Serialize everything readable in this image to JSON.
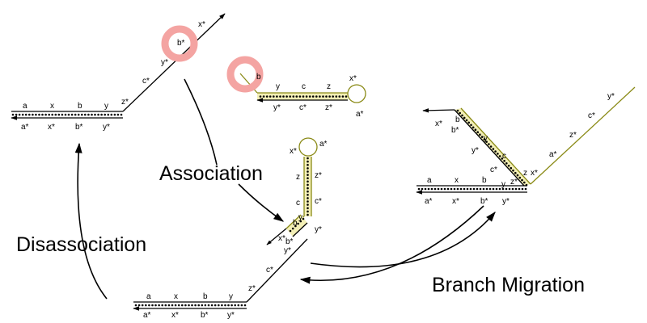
{
  "labels": {
    "association": "Association",
    "disassociation": "Disassociation",
    "branch_migration": "Branch Migration"
  },
  "colors": {
    "highlight": "#f4a4a2",
    "invader_strand": "#8a8a16",
    "duplex_fill": "#f3efb6",
    "strand": "#000000"
  },
  "complex_left": {
    "top": [
      "a",
      "x",
      "b",
      "y"
    ],
    "bottom": [
      "a*",
      "x*",
      "b*",
      "y*"
    ],
    "tail": [
      "z*",
      "c*",
      "y*",
      "b*",
      "x*"
    ]
  },
  "invader": {
    "toehold": "b",
    "top": [
      "y",
      "c",
      "z",
      "x*"
    ],
    "bottom": [
      "y*",
      "c*",
      "z*"
    ],
    "loop": "a*"
  },
  "complex_middle": {
    "hairpin_left": [
      "x*",
      "z",
      "c",
      "y",
      "b"
    ],
    "hairpin_right": [
      "a*",
      "z*",
      "c*",
      "y*"
    ],
    "branch": [
      "x*",
      "b*",
      "y*"
    ],
    "top": [
      "a",
      "x",
      "b",
      "y"
    ],
    "bottom": [
      "a*",
      "x*",
      "b*",
      "y*"
    ],
    "tail": [
      "z*",
      "c*"
    ]
  },
  "complex_right": {
    "arm": [
      "x*",
      "b",
      "b*",
      "y",
      "y*",
      "c",
      "c*",
      "z",
      "z*"
    ],
    "top": [
      "a",
      "x",
      "b",
      "y"
    ],
    "bottom": [
      "a*",
      "x*",
      "b*",
      "y*"
    ],
    "junction": "x*",
    "tail": [
      "a*",
      "z*",
      "c*",
      "y*"
    ]
  }
}
